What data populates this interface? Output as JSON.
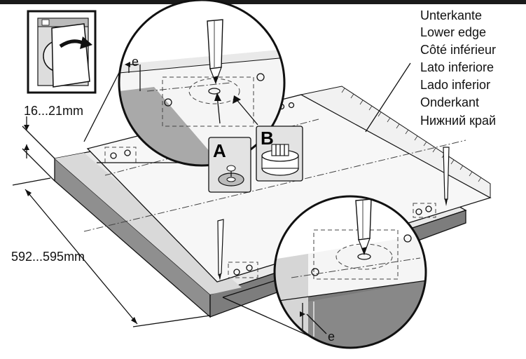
{
  "labels": {
    "lower_edge": [
      "Unterkante",
      "Lower edge",
      "Côté inférieur",
      "Lato inferiore",
      "Lado inferior",
      "Onderkant",
      "Нижний край"
    ],
    "thickness": "16...21mm",
    "depth": "592...595mm",
    "offset_mark_top": "e",
    "offset_mark_bottom": "e",
    "part_a": "A",
    "part_b": "B"
  },
  "colors": {
    "board_top": "#ececec",
    "board_edge": "#8f8f8f",
    "board_edge_dark": "#7a7a7a",
    "template": "#f8f8f8",
    "frame": "#1a1a1a"
  }
}
